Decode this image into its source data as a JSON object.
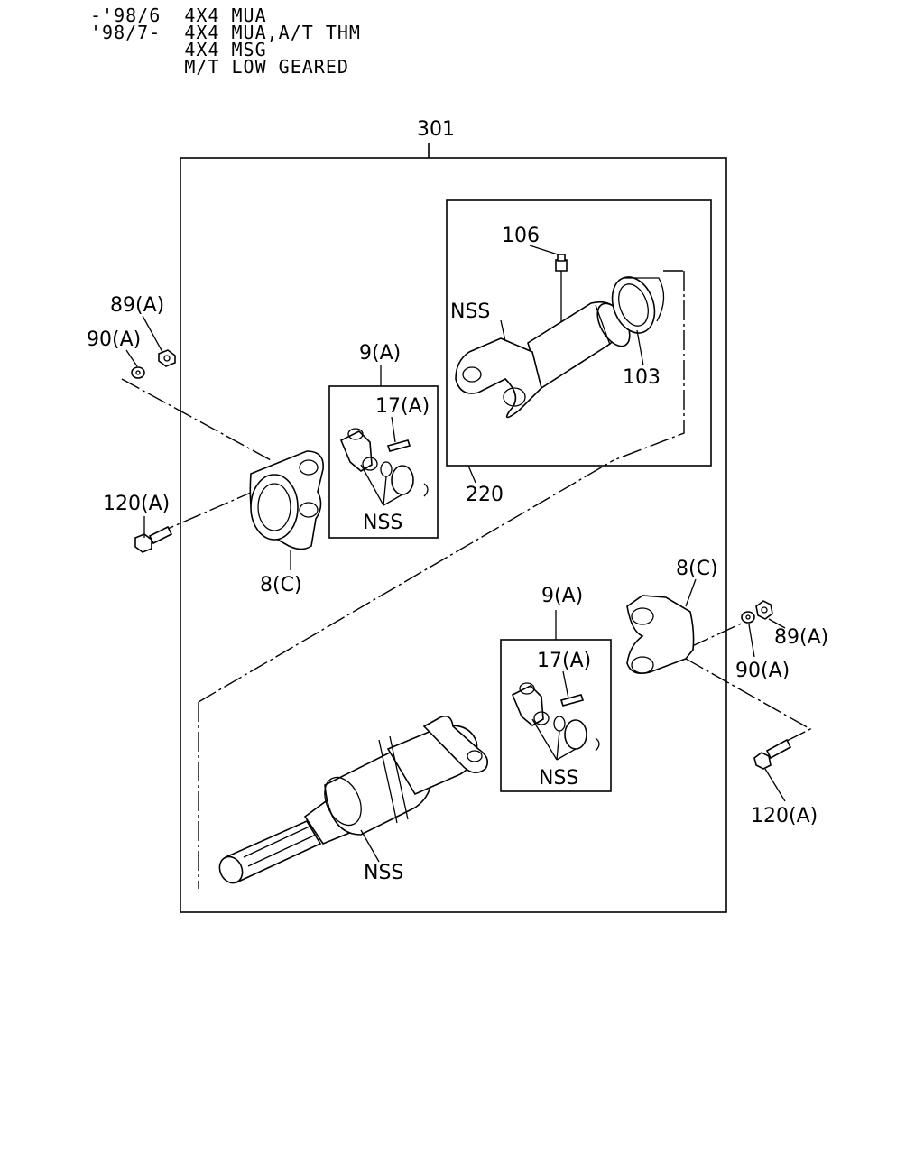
{
  "header": {
    "lines": [
      "-'98/6  4X4 MUA",
      "'98/7-  4X4 MUA,A/T THM",
      "        4X4 MSG",
      "        M/T LOW GEARED"
    ]
  },
  "callouts": {
    "assembly": "301",
    "shaft_sub": "220",
    "grease_fitting": "106",
    "seal": "103",
    "nss_yoke": "NSS",
    "nut_left": "89(A)",
    "washer_left": "90(A)",
    "spider_top": "9(A)",
    "fitting_top": "17(A)",
    "nss_spider_top": "NSS",
    "bolt_left": "120(A)",
    "flange_left": "8(C)",
    "flange_right": "8(C)",
    "spider_bottom": "9(A)",
    "nut_right": "89(A)",
    "fitting_bottom": "17(A)",
    "washer_right": "90(A)",
    "nss_spider_bottom": "NSS",
    "nss_shaft": "NSS",
    "bolt_right": "120(A)"
  }
}
